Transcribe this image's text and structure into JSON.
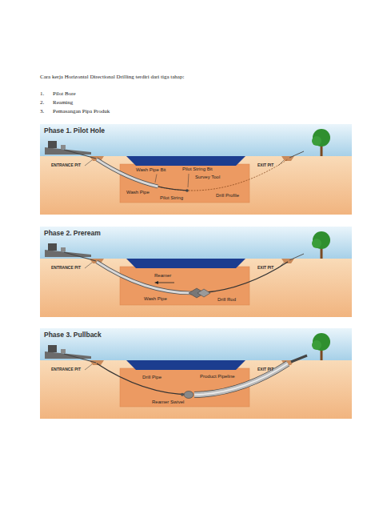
{
  "diagram": {
    "title": "Cara kerja Horizontal Directional Drilling terdiri dari tiga tahap:",
    "nodes": [
      {
        "text": [
          "Phase 1. Pilot Hole"
        ]
      },
      {
        "text": [
          "Phase 2. Preream"
        ]
      },
      {
        "text": [
          "Phase 3. Pullback"
        ]
      }
    ],
    "labels": [
      "1.",
      "Pilot Bore",
      "2.",
      "Reaming",
      "3.",
      "Pemasangan Pipa Produk",
      "ENTRANCE PIT",
      "Wash Pipe Bit",
      "Pilot String Bit",
      "Survey Tool",
      "EXIT PIT",
      "Wash Pipe",
      "Pilot String",
      "Drill Profile",
      "ENTRANCE PIT",
      "Reamer",
      "EXIT PIT",
      "Wash Pipe",
      "Drill Rod",
      "ENTRANCE PIT",
      "Drill Pipe",
      "Product Pipeline",
      "EXIT PIT",
      "Reamer Swivel"
    ]
  }
}
